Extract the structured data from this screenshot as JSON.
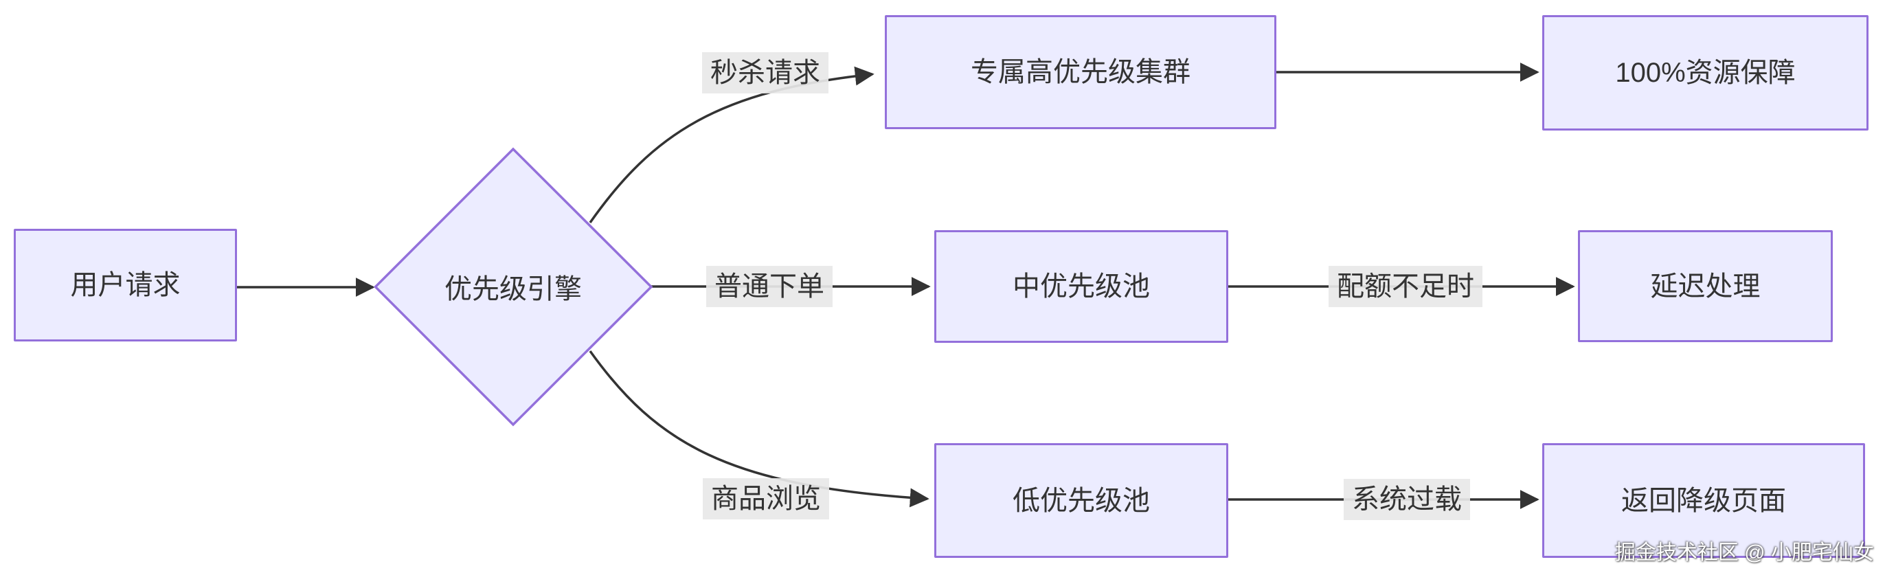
{
  "diagram": {
    "type": "flowchart",
    "direction": "left-to-right",
    "background": "#ffffff",
    "colors": {
      "node_fill": "#ECECFF",
      "node_border": "#9370DB",
      "edge_line": "#333333",
      "edge_label_bg": "#e8e8e8",
      "text": "#333333",
      "watermark_text": "#ffffff"
    },
    "nodes": [
      {
        "id": "user-request",
        "label": "用户请求",
        "shape": "rect"
      },
      {
        "id": "priority-engine",
        "label": "优先级引擎",
        "shape": "diamond"
      },
      {
        "id": "dedicated-cluster",
        "label": "专属高优先级集群",
        "shape": "rect"
      },
      {
        "id": "resource-guarantee",
        "label": "100%资源保障",
        "shape": "rect"
      },
      {
        "id": "medium-pool",
        "label": "中优先级池",
        "shape": "rect"
      },
      {
        "id": "delayed-processing",
        "label": "延迟处理",
        "shape": "rect"
      },
      {
        "id": "low-pool",
        "label": "低优先级池",
        "shape": "rect"
      },
      {
        "id": "degraded-page",
        "label": "返回降级页面",
        "shape": "rect"
      }
    ],
    "edges": [
      {
        "from": "user-request",
        "to": "priority-engine",
        "label": ""
      },
      {
        "from": "priority-engine",
        "to": "dedicated-cluster",
        "label": "秒杀请求"
      },
      {
        "from": "dedicated-cluster",
        "to": "resource-guarantee",
        "label": ""
      },
      {
        "from": "priority-engine",
        "to": "medium-pool",
        "label": "普通下单"
      },
      {
        "from": "medium-pool",
        "to": "delayed-processing",
        "label": "配额不足时"
      },
      {
        "from": "priority-engine",
        "to": "low-pool",
        "label": "商品浏览"
      },
      {
        "from": "low-pool",
        "to": "degraded-page",
        "label": "系统过载"
      }
    ],
    "watermark": "掘金技术社区 @ 小肥宅仙女"
  }
}
